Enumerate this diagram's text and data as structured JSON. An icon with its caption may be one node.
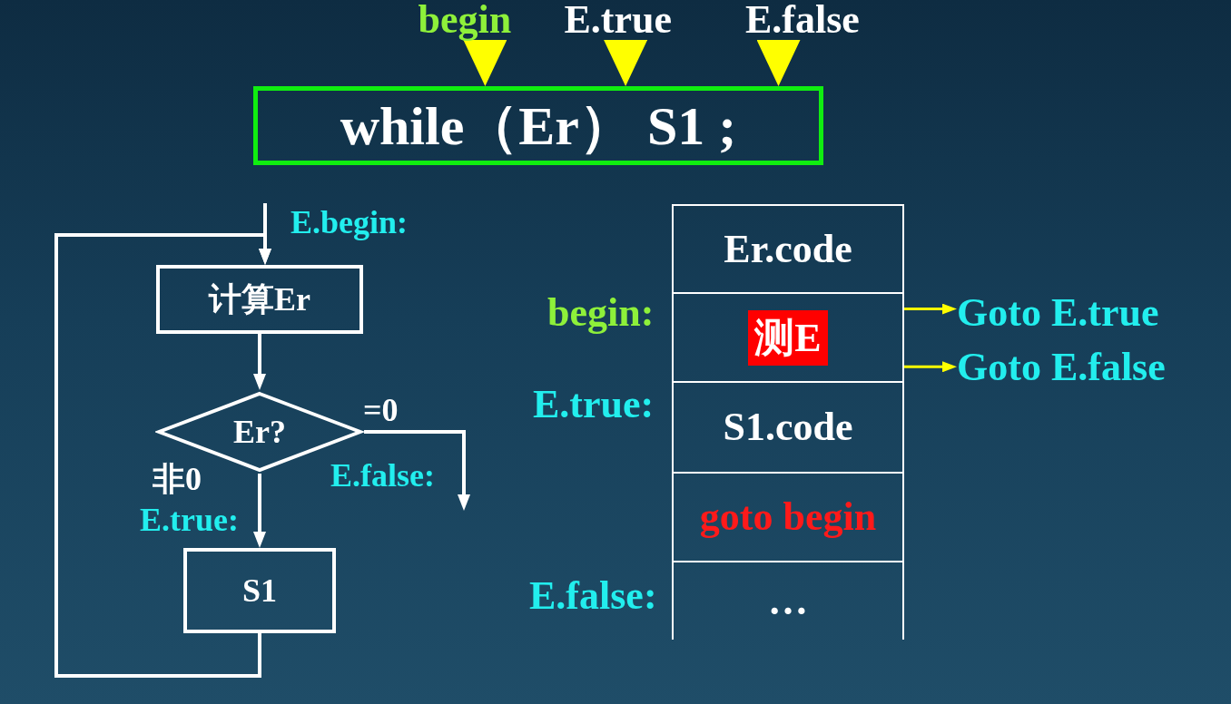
{
  "diagram": {
    "nodes": [
      {
        "text": [
          "begin"
        ]
      },
      {
        "text": [
          "E.true"
        ]
      },
      {
        "text": [
          "E.false"
        ]
      },
      {
        "text": [
          "while（Er） S1 ;"
        ]
      },
      {
        "text": [
          "计算Er"
        ]
      },
      {
        "text": [
          "Er?"
        ]
      },
      {
        "text": [
          "S1"
        ],
        "beside": [
          "E.true:"
        ]
      },
      {
        "text": [
          "Er.code"
        ]
      },
      {
        "text": [
          "测E"
        ],
        "beside": [
          "begin:"
        ]
      },
      {
        "text": [
          "S1.code"
        ],
        "beside": [
          "E.true:"
        ]
      },
      {
        "text": [
          "goto begin"
        ]
      },
      {
        "text": [
          "…"
        ],
        "beside": [
          "E.false:"
        ]
      },
      {
        "text": [
          "Goto E.true"
        ]
      },
      {
        "text": [
          "Goto E.false"
        ]
      }
    ],
    "edges": [
      {
        "from": 0,
        "to": 3,
        "arrow": "to",
        "color": "#ffff00"
      },
      {
        "from": 1,
        "to": 3,
        "arrow": "to",
        "color": "#ffff00"
      },
      {
        "from": 2,
        "to": 3,
        "arrow": "to",
        "color": "#ffff00"
      },
      {
        "from": null,
        "to": 4,
        "arrow": "to",
        "label": "E.begin:",
        "color": "#ffffff"
      },
      {
        "from": 4,
        "to": 5,
        "arrow": "to",
        "color": "#ffffff"
      },
      {
        "from": 5,
        "to": 6,
        "arrow": "to",
        "label": "非0",
        "color": "#ffffff"
      },
      {
        "from": 5,
        "to": null,
        "arrow": "to",
        "label": "=0",
        "color": "#ffffff"
      },
      {
        "from": 6,
        "to": 4,
        "arrow": "to",
        "color": "#ffffff"
      },
      {
        "from": 8,
        "to": 12,
        "arrow": "to",
        "color": "#ffff00"
      },
      {
        "from": 8,
        "to": 13,
        "arrow": "to",
        "color": "#ffff00"
      }
    ],
    "labels": [
      "E.false:"
    ]
  }
}
